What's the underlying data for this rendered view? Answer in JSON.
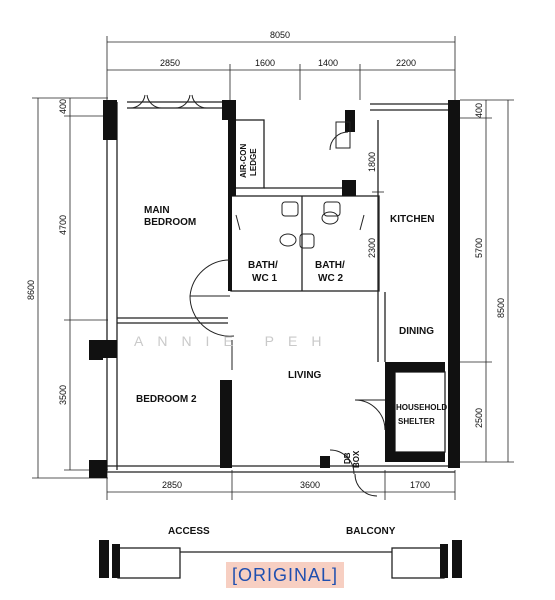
{
  "dimensions": {
    "top_total": "8050",
    "top": [
      "2850",
      "1600",
      "1400",
      "2200"
    ],
    "bottom": [
      "2850",
      "3600",
      "1700"
    ],
    "left_outer": "8600",
    "left": [
      "400",
      "4700",
      "3500"
    ],
    "mid": [
      "1800",
      "2300"
    ],
    "right_outer": "8500",
    "right": [
      "400",
      "5700",
      "2500"
    ]
  },
  "rooms": {
    "main_bedroom": [
      "MAIN",
      "BEDROOM"
    ],
    "bedroom2": "BEDROOM 2",
    "bath1": [
      "BATH/",
      "WC 1"
    ],
    "bath2": [
      "BATH/",
      "WC 2"
    ],
    "kitchen": "KITCHEN",
    "dining": "DINING",
    "living": "LIVING",
    "shelter": [
      "HOUSEHOLD",
      "SHELTER"
    ],
    "aircon": [
      "AIR-CON",
      "LEDGE"
    ],
    "dbox": [
      "DB",
      "BOX"
    ]
  },
  "bottom_labels": {
    "access": "ACCESS",
    "balcony": "BALCONY"
  },
  "watermark": "ANNIE PEH",
  "tag": "[ORIGINAL]"
}
